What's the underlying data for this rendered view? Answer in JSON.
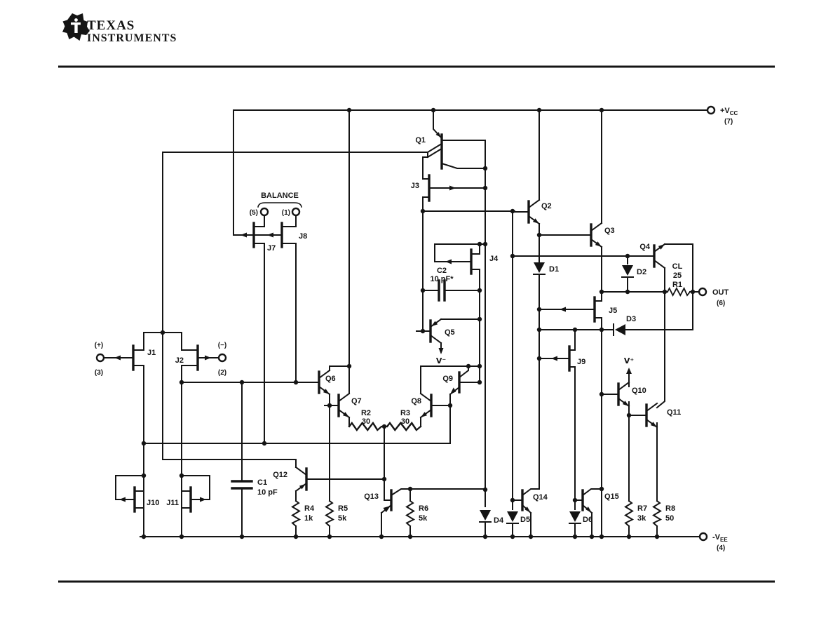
{
  "brand": {
    "line1": "TEXAS",
    "line2": "INSTRUMENTS"
  },
  "power": {
    "vcc": {
      "prefix": "+V",
      "sub": "CC",
      "pin": "(7)"
    },
    "vee": {
      "prefix": "-V",
      "sub": "EE",
      "pin": "(4)"
    },
    "v_plus": "V⁺",
    "v_minus": "V⁻"
  },
  "terminals": {
    "out": {
      "label": "OUT",
      "pin": "(6)"
    },
    "in_pos": {
      "sign": "(+)",
      "pin": "(3)"
    },
    "in_neg": {
      "sign": "(−)",
      "pin": "(2)"
    },
    "balance": {
      "label": "BALANCE",
      "pin_left": "(5)",
      "pin_right": "(1)"
    }
  },
  "transistors": {
    "q1": "Q1",
    "q2": "Q2",
    "q3": "Q3",
    "q4": "Q4",
    "q5": "Q5",
    "q6": "Q6",
    "q7": "Q7",
    "q8": "Q8",
    "q9": "Q9",
    "q10": "Q10",
    "q11": "Q11",
    "q12": "Q12",
    "q13": "Q13",
    "q14": "Q14",
    "q15": "Q15"
  },
  "jfets": {
    "j1": "J1",
    "j2": "J2",
    "j3": "J3",
    "j4": "J4",
    "j5": "J5",
    "j7": "J7",
    "j8": "J8",
    "j9": "J9",
    "j10": "J10",
    "j11": "J11"
  },
  "diodes": {
    "d1": "D1",
    "d2": "D2",
    "d3": "D3",
    "d4": "D4",
    "d5": "D5",
    "d6": "D6"
  },
  "resistors": {
    "r1": {
      "cl": "CL",
      "value": "25",
      "name": "R1"
    },
    "r2": {
      "name": "R2",
      "value": "30"
    },
    "r3": {
      "name": "R3",
      "value": "30"
    },
    "r4": {
      "name": "R4",
      "value": "1k"
    },
    "r5": {
      "name": "R5",
      "value": "5k"
    },
    "r6": {
      "name": "R6",
      "value": "5k"
    },
    "r7": {
      "name": "R7",
      "value": "3k"
    },
    "r8": {
      "name": "R8",
      "value": "50"
    }
  },
  "capacitors": {
    "c1": {
      "name": "C1",
      "value": "10 pF"
    },
    "c2": {
      "name": "C2",
      "value": "10 pF*"
    }
  }
}
